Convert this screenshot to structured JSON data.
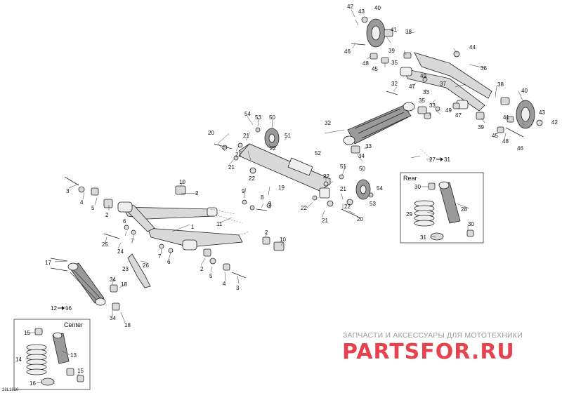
{
  "labels": {
    "l1": "1",
    "l2a": "2",
    "l2b": "2",
    "l2c": "2",
    "l2d": "2",
    "l3a": "3",
    "l3b": "3",
    "l4a": "4",
    "l4b": "4",
    "l5a": "5",
    "l5b": "5",
    "l6a": "6",
    "l6b": "6",
    "l7a": "7",
    "l7b": "7",
    "l8": "8",
    "l9a": "9",
    "l9b": "9",
    "l10a": "10",
    "l10b": "10",
    "l11": "11",
    "l12_16": "12",
    "l13": "13",
    "l14": "14",
    "l15a": "15",
    "l15b": "15",
    "l16": "16",
    "l17": "17",
    "l18a": "18",
    "l18b": "18",
    "l19": "19",
    "l20a": "20",
    "l20b": "20",
    "l21a": "21",
    "l21b": "21",
    "l21c": "21",
    "l21d": "21",
    "l21e": "21",
    "l22a": "22",
    "l22b": "22",
    "l22c": "22",
    "l22d": "22",
    "l22e": "22",
    "l23": "23",
    "l24": "24",
    "l25": "25",
    "l26": "26",
    "l27_31": "27",
    "l28": "28",
    "l29": "29",
    "l30a": "30",
    "l30b": "30",
    "l31": "31",
    "l32a": "32",
    "l32b": "32",
    "l33a": "33",
    "l33b": "33",
    "l34a": "34",
    "l34b": "34",
    "l35a": "35",
    "l35b": "35",
    "l36": "36",
    "l37": "37",
    "l38a": "38",
    "l38b": "38",
    "l39a": "39",
    "l39b": "39",
    "l40a": "40",
    "l40b": "40",
    "l41a": "41",
    "l41b": "41",
    "l42": "42",
    "l43a": "43",
    "l43b": "43",
    "l44": "44",
    "l45a": "45",
    "l45b": "45",
    "l46a": "46",
    "l46b": "46",
    "l47a": "47",
    "l47b": "47",
    "l48a": "48",
    "l48b": "48",
    "l49a": "49",
    "l49b": "49",
    "l50a": "50",
    "l50b": "50",
    "l51a": "51",
    "l51b": "51",
    "l52": "52",
    "l53a": "53",
    "l53b": "53",
    "l54a": "54",
    "l54b": "54"
  },
  "arrow_labels": {
    "center_range_end": "16",
    "rear_range_end": "31"
  },
  "insets": {
    "center_title": "Center",
    "rear_title": "Rear"
  },
  "watermark": {
    "tagline": "ЗАПЧАСТИ И АКСЕССУАРЫ ДЛЯ МОТОТЕХНИКИ",
    "logo": "PARTSFOR.RU"
  },
  "drawing_code": "28L1620"
}
